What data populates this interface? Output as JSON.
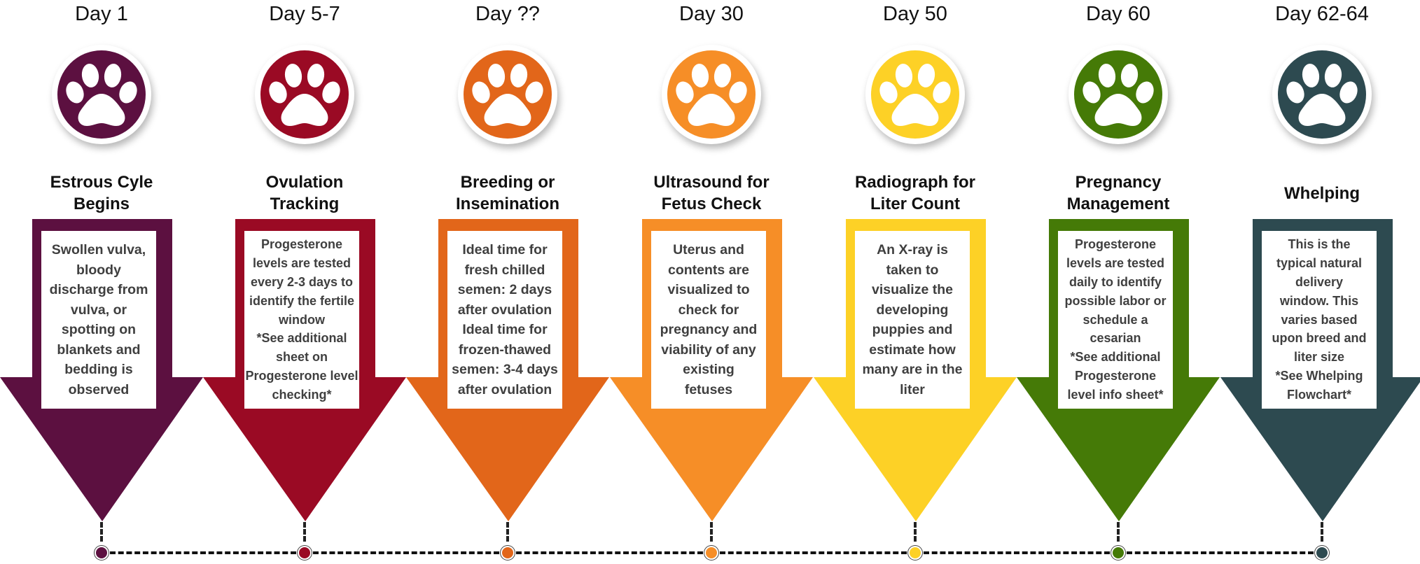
{
  "steps": [
    {
      "day": "Day 1",
      "title": "Estrous Cyle\nBegins",
      "description": "Swollen vulva,\nbloody\ndischarge from\nvulva, or\nspotting on\nblankets and\nbedding is\nobserved",
      "color": "#5c1040",
      "icon": "paw-icon"
    },
    {
      "day": "Day 5-7",
      "title": "Ovulation\nTracking",
      "description": "Progesterone\nlevels are tested\nevery 2-3 days to\nidentify the fertile\nwindow\n*See additional\nsheet on\nProgesterone level\nchecking*",
      "color": "#9a0a24",
      "icon": "paw-icon"
    },
    {
      "day": "Day ??",
      "title": "Breeding or\nInsemination",
      "description": "Ideal time for\nfresh chilled\nsemen: 2 days\nafter ovulation\nIdeal time for\nfrozen-thawed\nsemen: 3-4 days\nafter ovulation",
      "color": "#e2661a",
      "icon": "paw-icon"
    },
    {
      "day": "Day 30",
      "title": "Ultrasound for\nFetus Check",
      "description": "Uterus and\ncontents are\nvisualized to\ncheck for\npregnancy and\nviability of any\nexisting\nfetuses",
      "color": "#f68e27",
      "icon": "paw-icon"
    },
    {
      "day": "Day 50",
      "title": "Radiograph for\nLiter Count",
      "description": "An X-ray is\ntaken to\nvisualize the\ndeveloping\npuppies and\nestimate how\nmany are in the\nliter",
      "color": "#fdd126",
      "icon": "paw-icon"
    },
    {
      "day": "Day 60",
      "title": "Pregnancy\nManagement",
      "description": "Progesterone\nlevels are tested\ndaily to identify\npossible labor or\nschedule a\ncesarian\n*See additional\nProgesterone\nlevel info sheet*",
      "color": "#457a07",
      "icon": "paw-icon"
    },
    {
      "day": "Day 62-64",
      "title": "Whelping",
      "description": "This is the\ntypical natural\ndelivery\nwindow. This\nvaries based\nupon breed and\nliter size\n*See Whelping\nFlowchart*",
      "color": "#2d4a50",
      "icon": "paw-icon"
    }
  ]
}
